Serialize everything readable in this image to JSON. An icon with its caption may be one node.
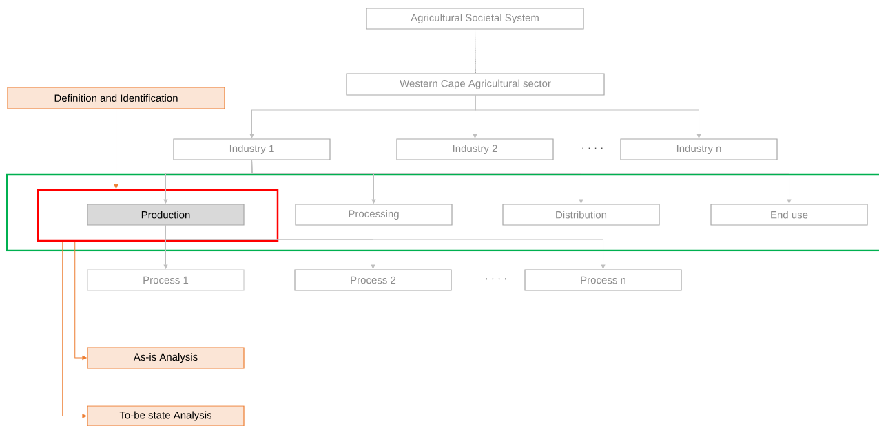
{
  "diagram": {
    "nodes": [
      {
        "text": [
          "Agricultural Societal System"
        ]
      },
      {
        "text": [
          "Western Cape Agricultural sector"
        ]
      },
      {
        "text": [
          "Definition and Identification"
        ]
      },
      {
        "text": [
          "Industry 1"
        ]
      },
      {
        "text": [
          "Industry 2"
        ]
      },
      {
        "text": [
          "Industry n"
        ]
      },
      {
        "text": [],
        "shape": "box"
      },
      {
        "text": [],
        "shape": "box",
        "in": 6
      },
      {
        "text": [
          "Production"
        ],
        "in": 7
      },
      {
        "text": [
          "Processing"
        ],
        "in": 6
      },
      {
        "text": [
          "Distribution"
        ],
        "in": 6
      },
      {
        "text": [
          "End use"
        ],
        "in": 6
      },
      {
        "text": [
          "Process 1"
        ]
      },
      {
        "text": [
          "Process 2"
        ]
      },
      {
        "text": [
          "Process n"
        ]
      },
      {
        "text": [
          "As-is Analysis"
        ]
      },
      {
        "text": [
          "To-be state Analysis"
        ]
      }
    ],
    "edges": [
      {
        "from": 0,
        "to": 1,
        "arrow": "none",
        "style": "dashed",
        "color": "#404040"
      },
      {
        "from": 1,
        "to": 3,
        "arrow": "to"
      },
      {
        "from": 1,
        "to": 4,
        "arrow": "to"
      },
      {
        "from": 1,
        "to": 5,
        "arrow": "to"
      },
      {
        "from": 3,
        "to": 8,
        "arrow": "to"
      },
      {
        "from": 3,
        "to": 9,
        "arrow": "to"
      },
      {
        "from": 3,
        "to": 10,
        "arrow": "to"
      },
      {
        "from": 3,
        "to": 11,
        "arrow": "to"
      },
      {
        "from": 8,
        "to": 12,
        "arrow": "to"
      },
      {
        "from": 8,
        "to": 13,
        "arrow": "to"
      },
      {
        "from": 8,
        "to": 14,
        "arrow": "to"
      },
      {
        "from": 2,
        "to": 7,
        "arrow": "to",
        "color": "#ed7d31"
      },
      {
        "from": 7,
        "to": 15,
        "arrow": "to",
        "color": "#ed7d31"
      },
      {
        "from": 7,
        "to": 16,
        "arrow": "to",
        "color": "#ed7d31"
      }
    ],
    "labels": [
      "· · · ·",
      "· · · ·"
    ]
  }
}
